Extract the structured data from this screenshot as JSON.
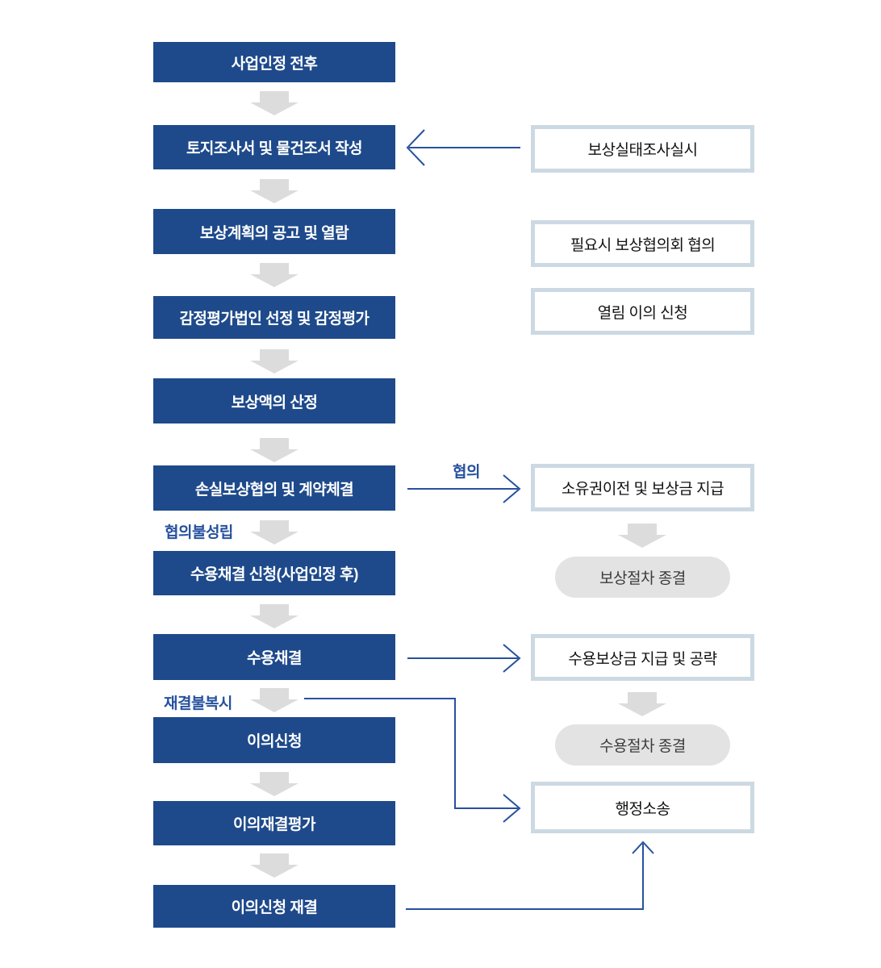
{
  "diagram": {
    "title": "land-compensation-process-flowchart",
    "main_steps": [
      {
        "label": "사업인정 전후"
      },
      {
        "label": "토지조사서 및 물건조서 작성"
      },
      {
        "label": "보상계획의 공고 및 열람"
      },
      {
        "label": "감정평가법인 선정 및 감정평가"
      },
      {
        "label": "보상액의 산정"
      },
      {
        "label": "손실보상협의 및 계약체결"
      },
      {
        "label": "수용채결 신청(사업인정 후)"
      },
      {
        "label": "수용채결"
      },
      {
        "label": "이의신청"
      },
      {
        "label": "이의재결평가"
      },
      {
        "label": "이의신청 재결"
      }
    ],
    "side_boxes": [
      {
        "label": "보상실태조사실시"
      },
      {
        "label": "필요시 보상협의회 협의"
      },
      {
        "label": "열림 이의 신청"
      },
      {
        "label": "소유권이전 및 보상금 지급"
      },
      {
        "label": "수용보상금 지급 및 공략"
      },
      {
        "label": "행정소송"
      }
    ],
    "end_pills": [
      {
        "label": "보상절차 종결"
      },
      {
        "label": "수용절차 종결"
      }
    ],
    "edge_labels": {
      "agreement": "협의",
      "agreement_failed": "협의불성립",
      "ruling_objection": "재결불복시"
    },
    "colors": {
      "step_box": "#1e4a8b",
      "step_text": "#ffffff",
      "side_box_border": "#ccd9e3",
      "side_box_text": "#111111",
      "pill_fill": "#e3e3e3",
      "pill_text": "#3c3c3c",
      "gray_arrow": "#dcdcdc",
      "connector": "#27519e",
      "background": "#ffffff"
    }
  }
}
